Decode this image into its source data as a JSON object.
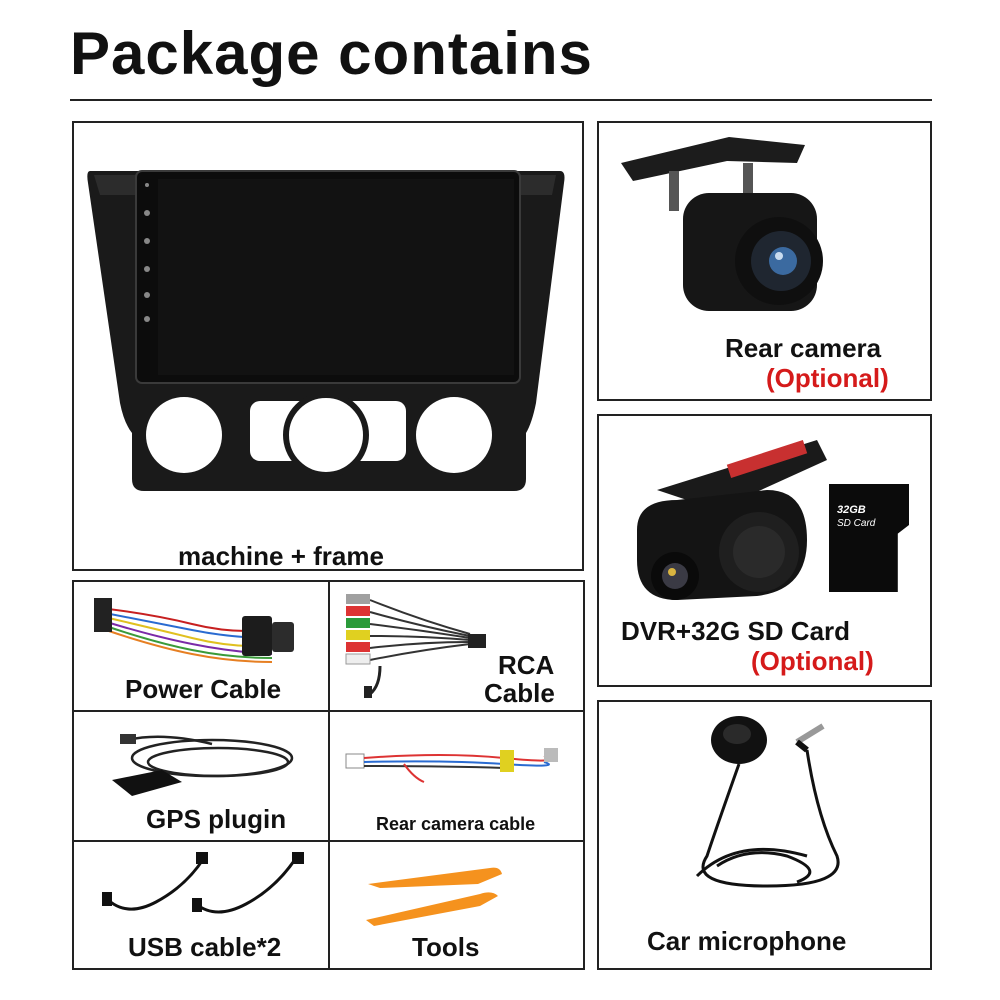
{
  "title": "Package contains",
  "items": {
    "machine": {
      "label": "machine + frame"
    },
    "rear_camera": {
      "label": "Rear camera",
      "note": "(Optional)"
    },
    "dvr": {
      "label": "DVR+32G SD Card",
      "note": "(Optional)",
      "sd_card_text_1": "32GB",
      "sd_card_text_2": "SD Card"
    },
    "power_cable": {
      "label": "Power Cable"
    },
    "rca_cable": {
      "label_1": "RCA",
      "label_2": "Cable"
    },
    "gps": {
      "label": "GPS plugin"
    },
    "rear_camera_cable": {
      "label": "Rear camera cable"
    },
    "usb": {
      "label": "USB cable*2"
    },
    "tools": {
      "label": "Tools"
    },
    "microphone": {
      "label": "Car microphone"
    }
  },
  "colors": {
    "optional": "#d51a1a",
    "tool_orange": "#f5921e",
    "border": "#222222"
  }
}
